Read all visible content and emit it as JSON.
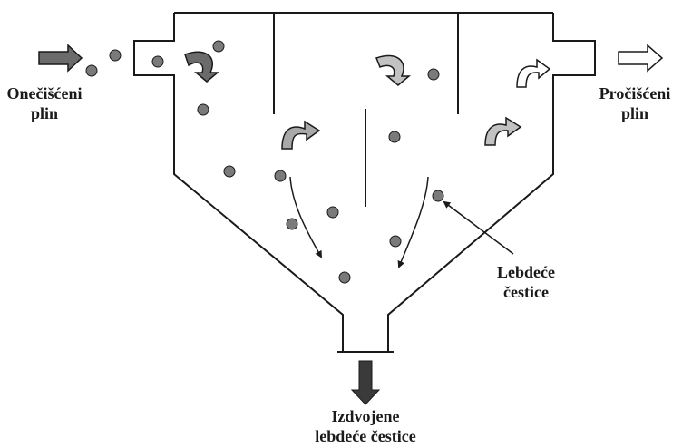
{
  "labels": {
    "inlet_line1": "Onečišćeni",
    "inlet_line2": "plin",
    "outlet_line1": "Pročišćeni",
    "outlet_line2": "plin",
    "particles_line1": "Lebdeće",
    "particles_line2": "čestice",
    "bottom_line1": "Izdvojene",
    "bottom_line2": "lebdeće čestice"
  },
  "colors": {
    "outline": "#1a1a1a",
    "particle": "#7a7a7a",
    "arrow_dark": "#6b6b6b",
    "arrow_medium": "#a9a9a9",
    "arrow_light": "#c2c2c2",
    "arrow_white": "#ffffff",
    "arrow_black": "#3a3a3a"
  }
}
